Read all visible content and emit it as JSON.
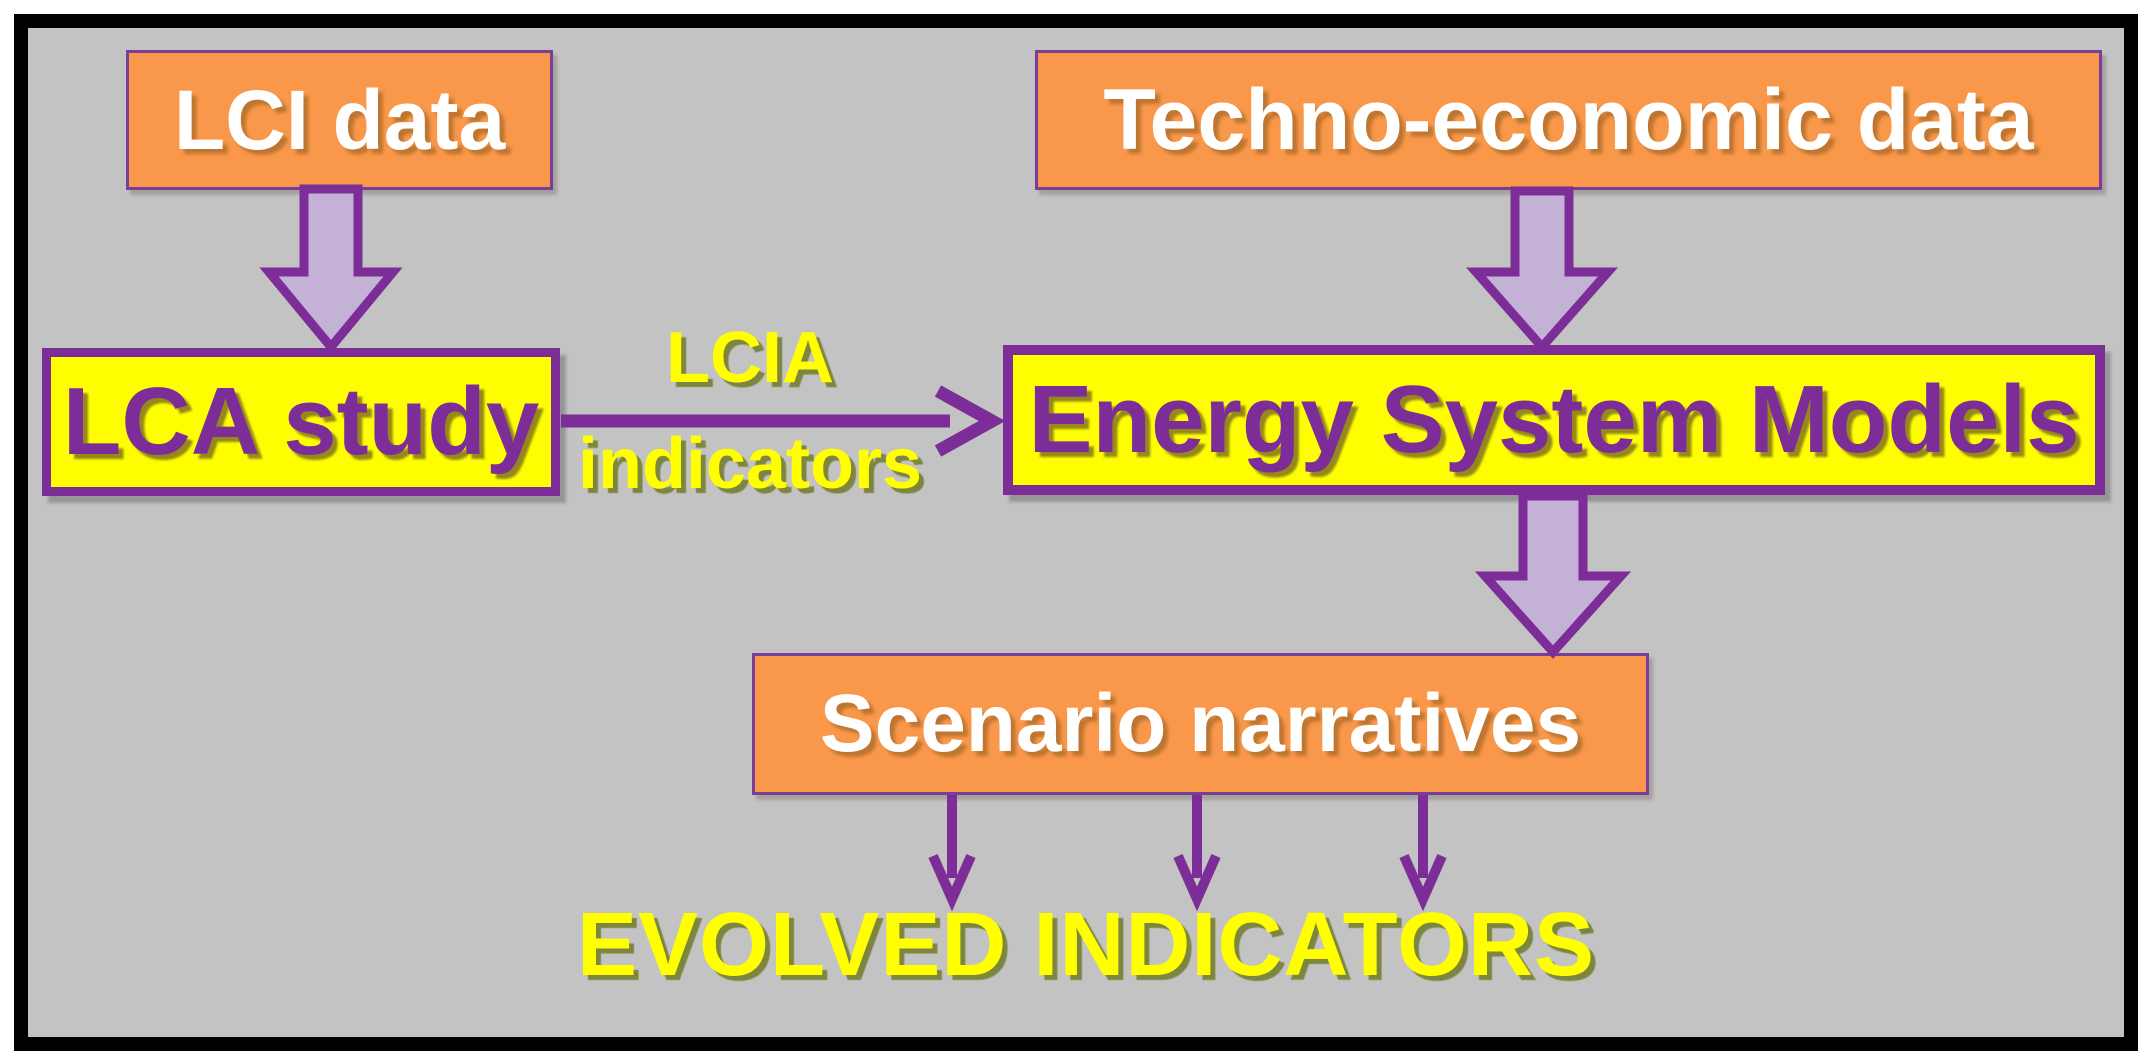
{
  "colors": {
    "background": "#ffffff",
    "frame": "#000000",
    "canvas": "#c4c3c3",
    "orange": "#f9984a",
    "yellow": "#fefe00",
    "purple": "#7c2d97",
    "arrow_fill": "#c4b1d6",
    "label_yellow": "#ffff00"
  },
  "nodes": {
    "lci": {
      "label": "LCI data"
    },
    "techno": {
      "label": "Techno-economic data"
    },
    "lca": {
      "label": "LCA study"
    },
    "esm": {
      "label": "Energy System Models"
    },
    "scenario": {
      "label": "Scenario narratives"
    }
  },
  "edge_labels": {
    "lcia_top": "LCIA",
    "lcia_bottom": "indicators"
  },
  "result_label": "EVOLVED INDICATORS"
}
